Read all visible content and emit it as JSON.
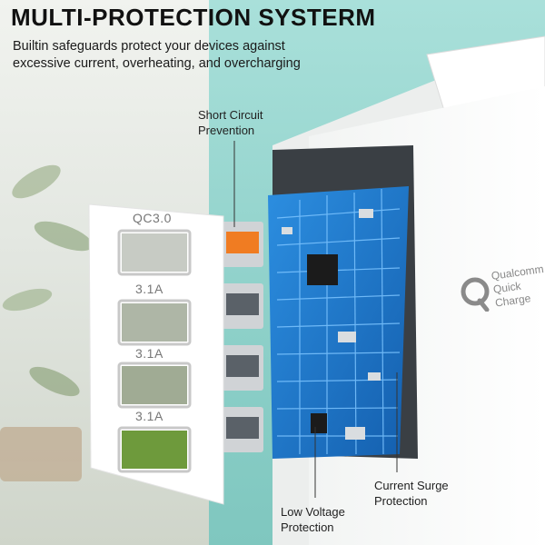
{
  "header": {
    "title": "MULTI-PROTECTION SYSTERM",
    "subtitle": "Builtin safeguards protect your devices against excessive current, overheating, and overcharging"
  },
  "callouts": {
    "short_circuit": "Short Circuit\nPrevention",
    "low_voltage": "Low Voltage\nProtection",
    "current_surge": "Current Surge\nProtection"
  },
  "faceplate": {
    "top_label": "QC3.0",
    "port_labels": [
      "3.1A",
      "3.1A",
      "3.1A"
    ]
  },
  "brand": {
    "name": "Qualcomm",
    "tagline": "Quick Charge"
  },
  "colors": {
    "charger_body": "#ffffff",
    "circuit_board": "#1f7fd1",
    "qc_port": "#f07c22",
    "background_teal": "#8fd1ca"
  }
}
